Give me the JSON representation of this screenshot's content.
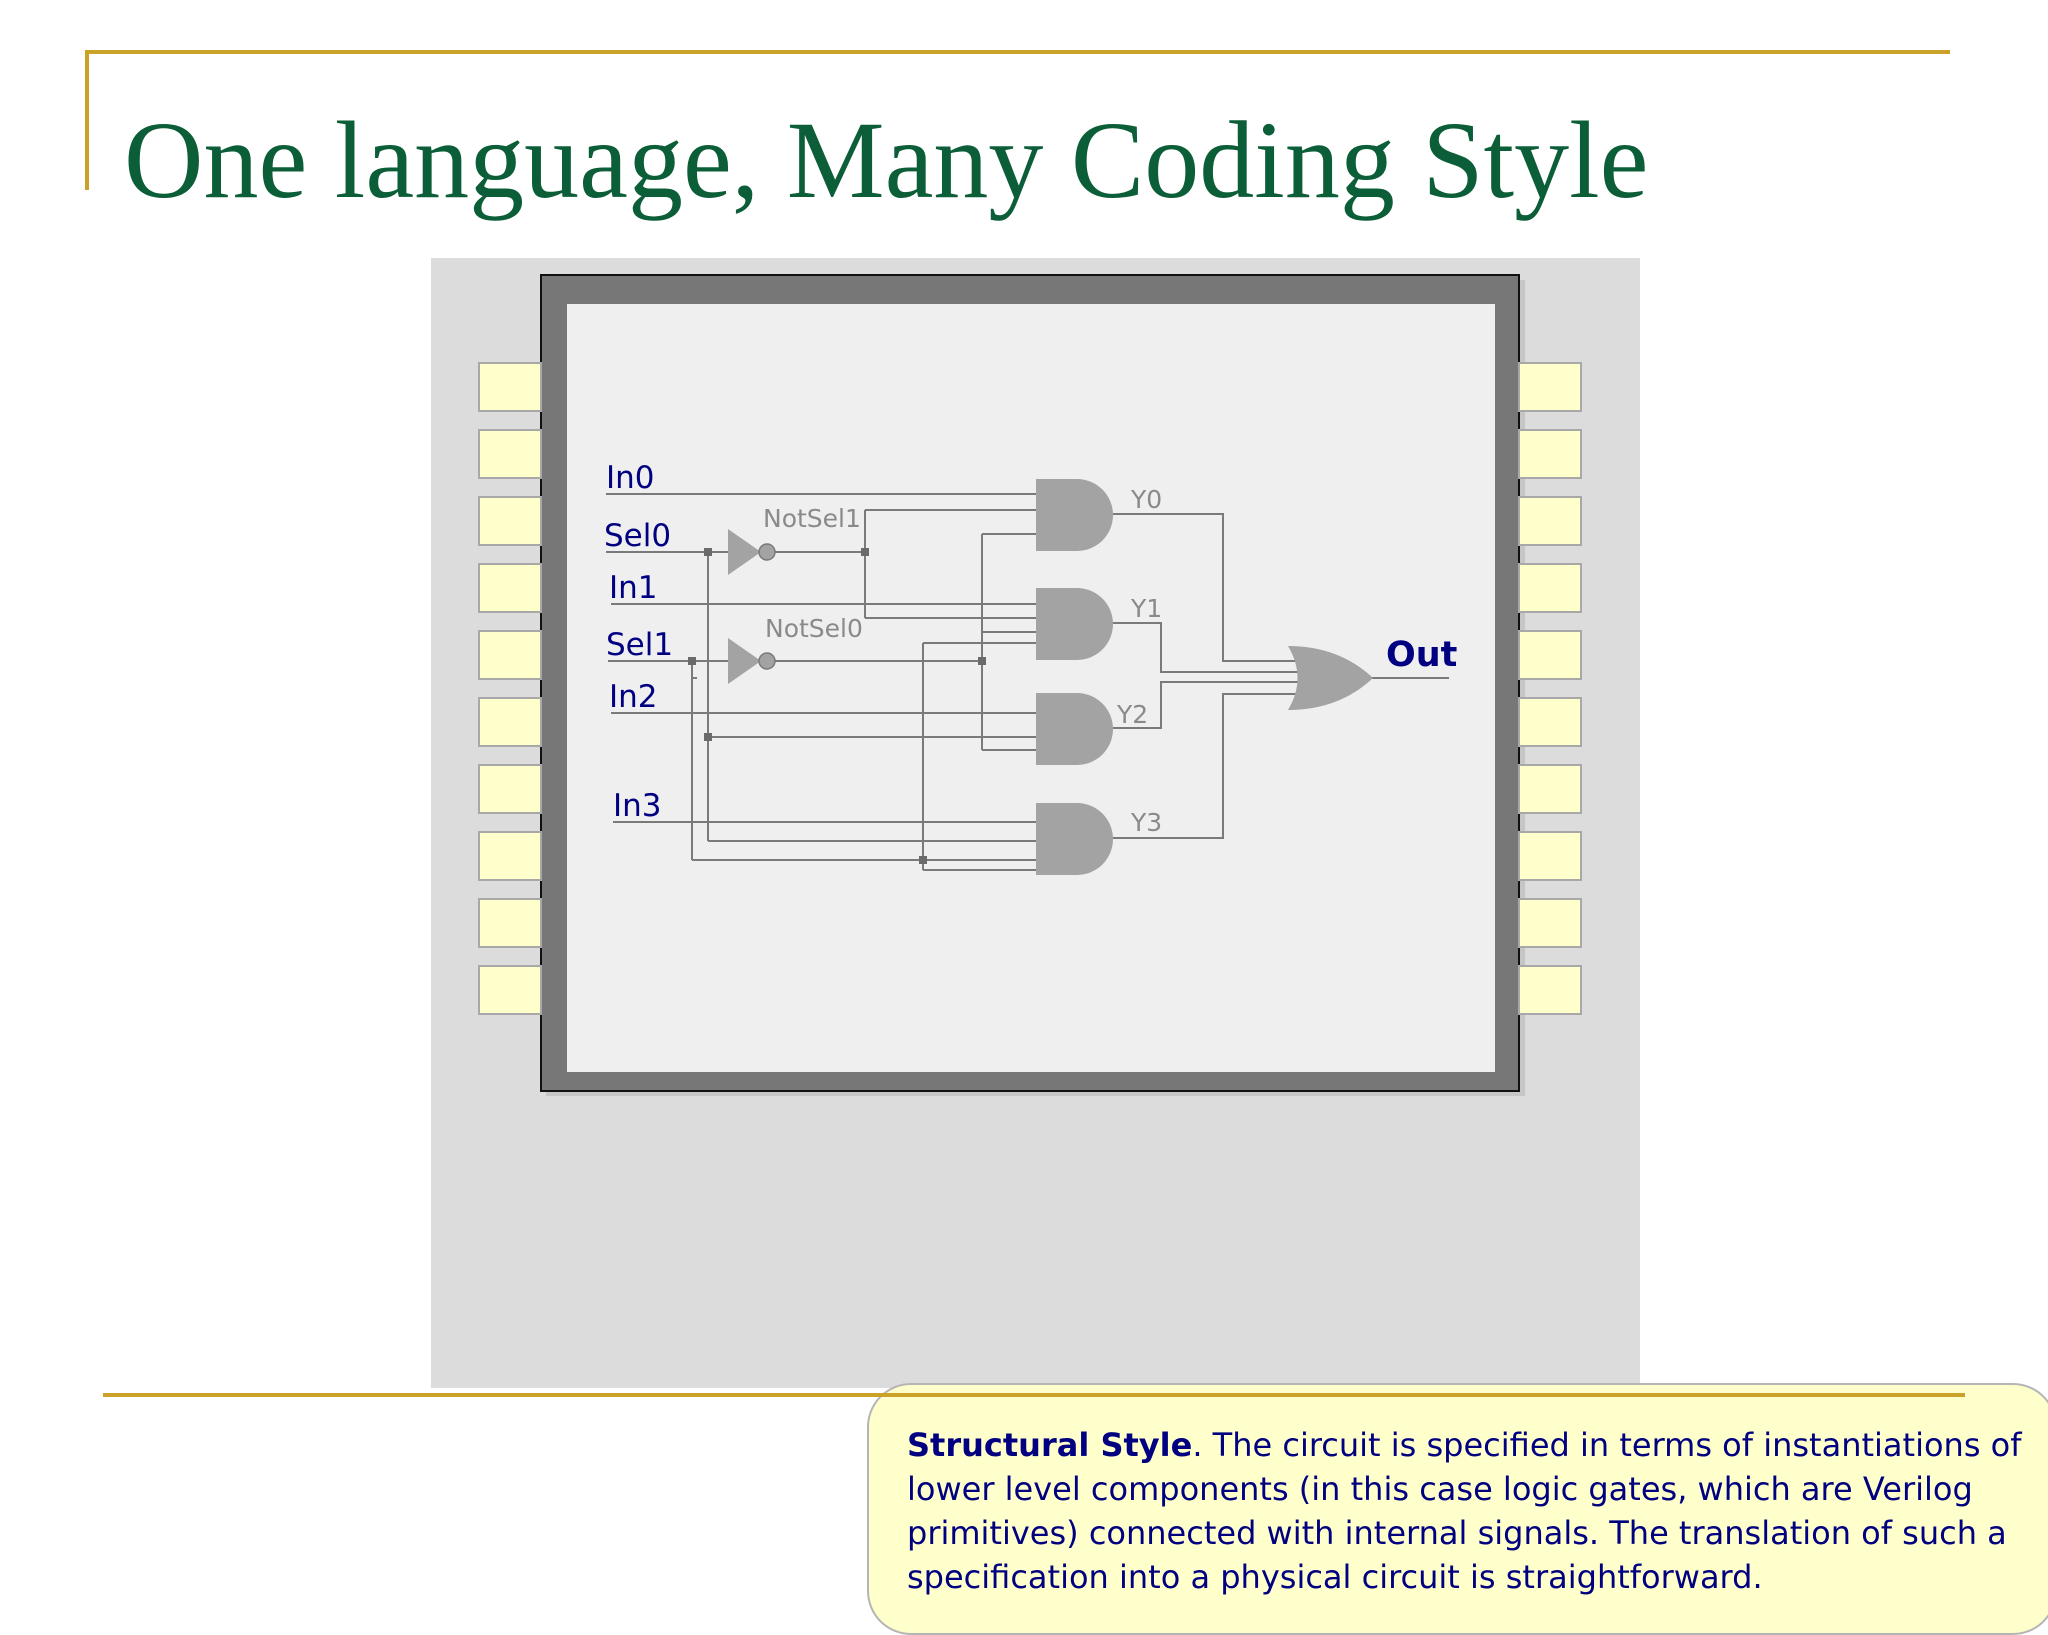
{
  "slide": {
    "title": "One language, Many Coding Style"
  },
  "circuit": {
    "inputs": [
      "In0",
      "Sel0",
      "In1",
      "Sel1",
      "In2",
      "In3"
    ],
    "inverters": [
      "NotSel1",
      "NotSel0"
    ],
    "and_outputs": [
      "Y0",
      "Y1",
      "Y2",
      "Y3"
    ],
    "output": "Out"
  },
  "caption": {
    "heading": "Structural Style",
    "body": ". The circuit is specified in terms of instantiations of lower level components (in this case logic gates, which are Verilog primitives) connected with internal signals. The translation of such a specification into a physical circuit is straightforward."
  },
  "colors": {
    "title": "#0b5e37",
    "rule": "#c9a227",
    "label_blue": "#000080",
    "caption_bg": "#ffffcc"
  }
}
